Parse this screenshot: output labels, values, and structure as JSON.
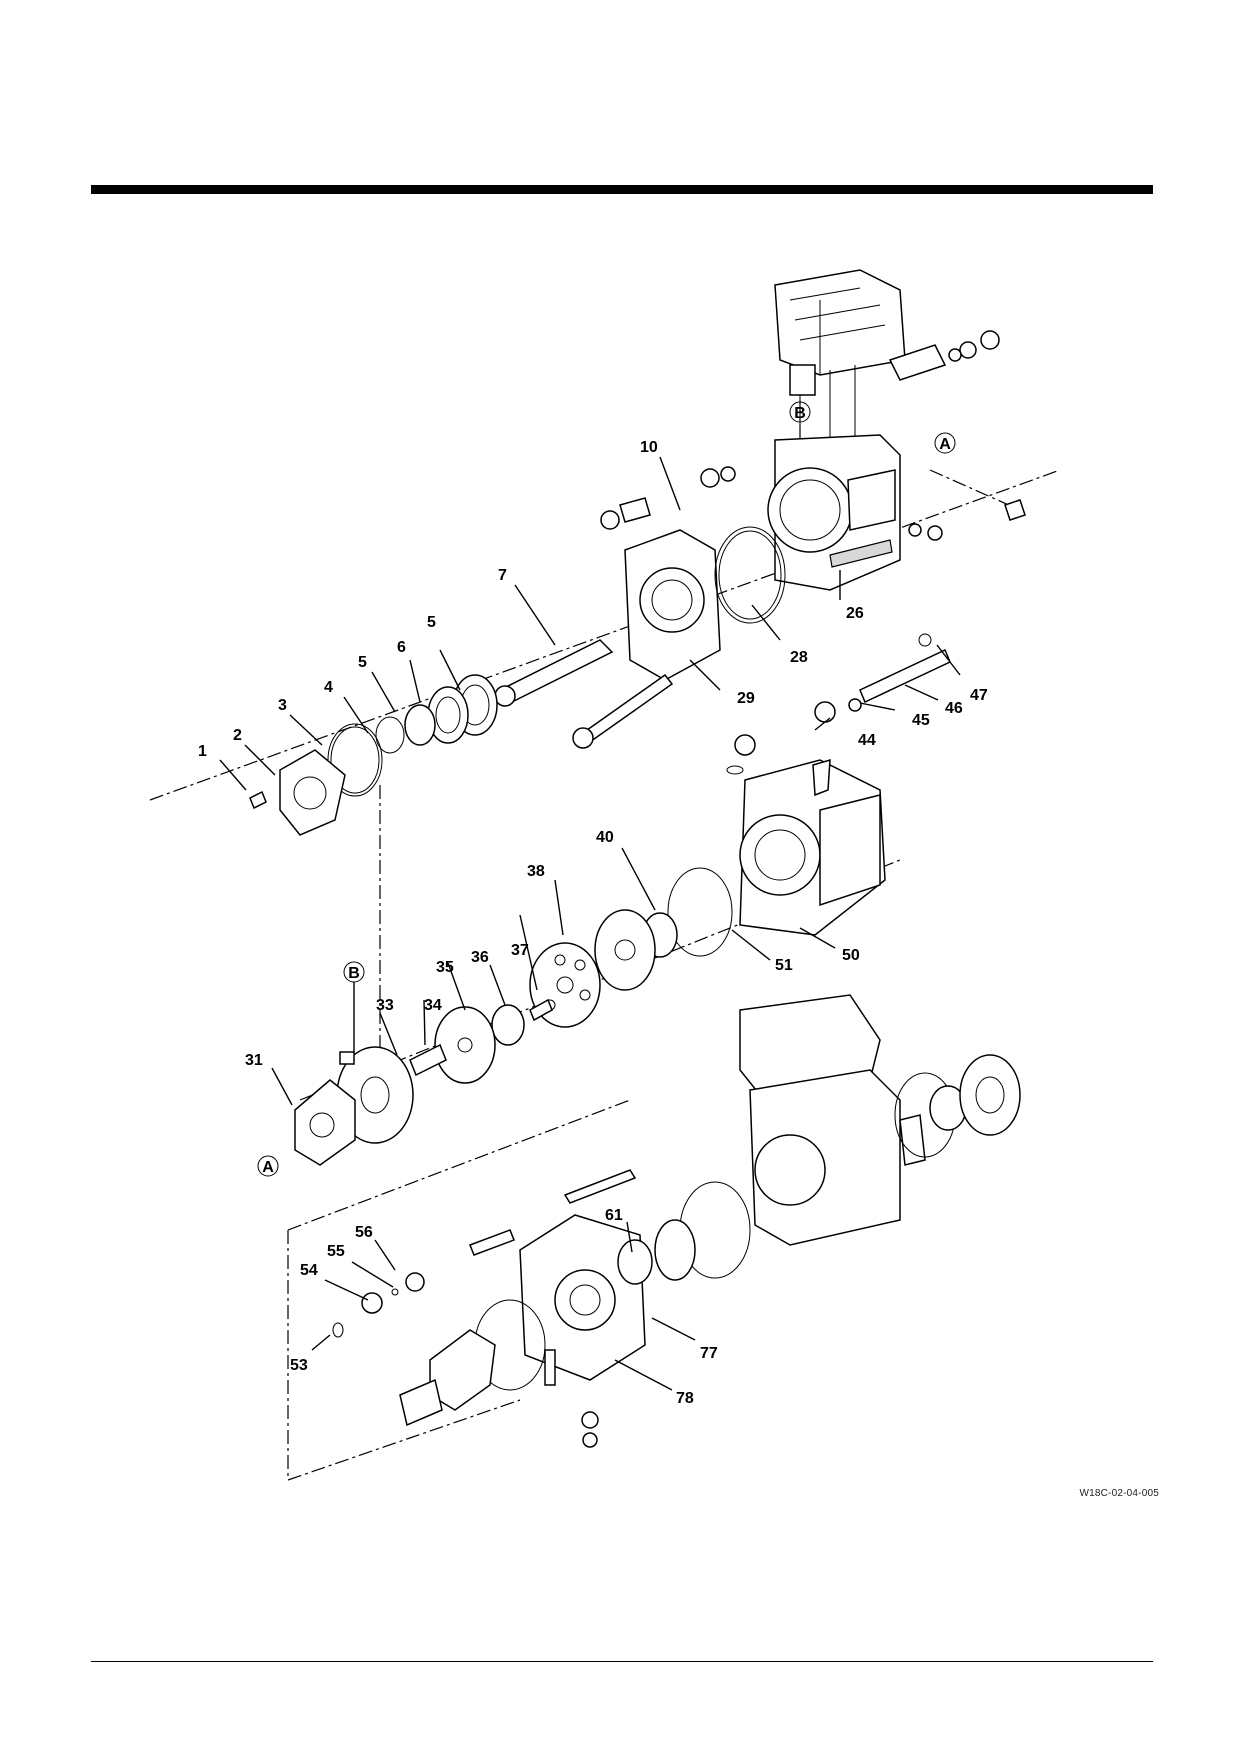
{
  "figure_code": "W18C-02-04-005",
  "callouts": [
    "1",
    "2",
    "3",
    "4",
    "5",
    "5",
    "6",
    "7",
    "10",
    "26",
    "28",
    "29",
    "44",
    "45",
    "46",
    "47",
    "40",
    "38",
    "37",
    "36",
    "35",
    "34",
    "33",
    "31",
    "51",
    "50",
    "56",
    "55",
    "54",
    "53",
    "61",
    "77",
    "78"
  ],
  "reference_marks": [
    "A",
    "A",
    "B",
    "B"
  ]
}
